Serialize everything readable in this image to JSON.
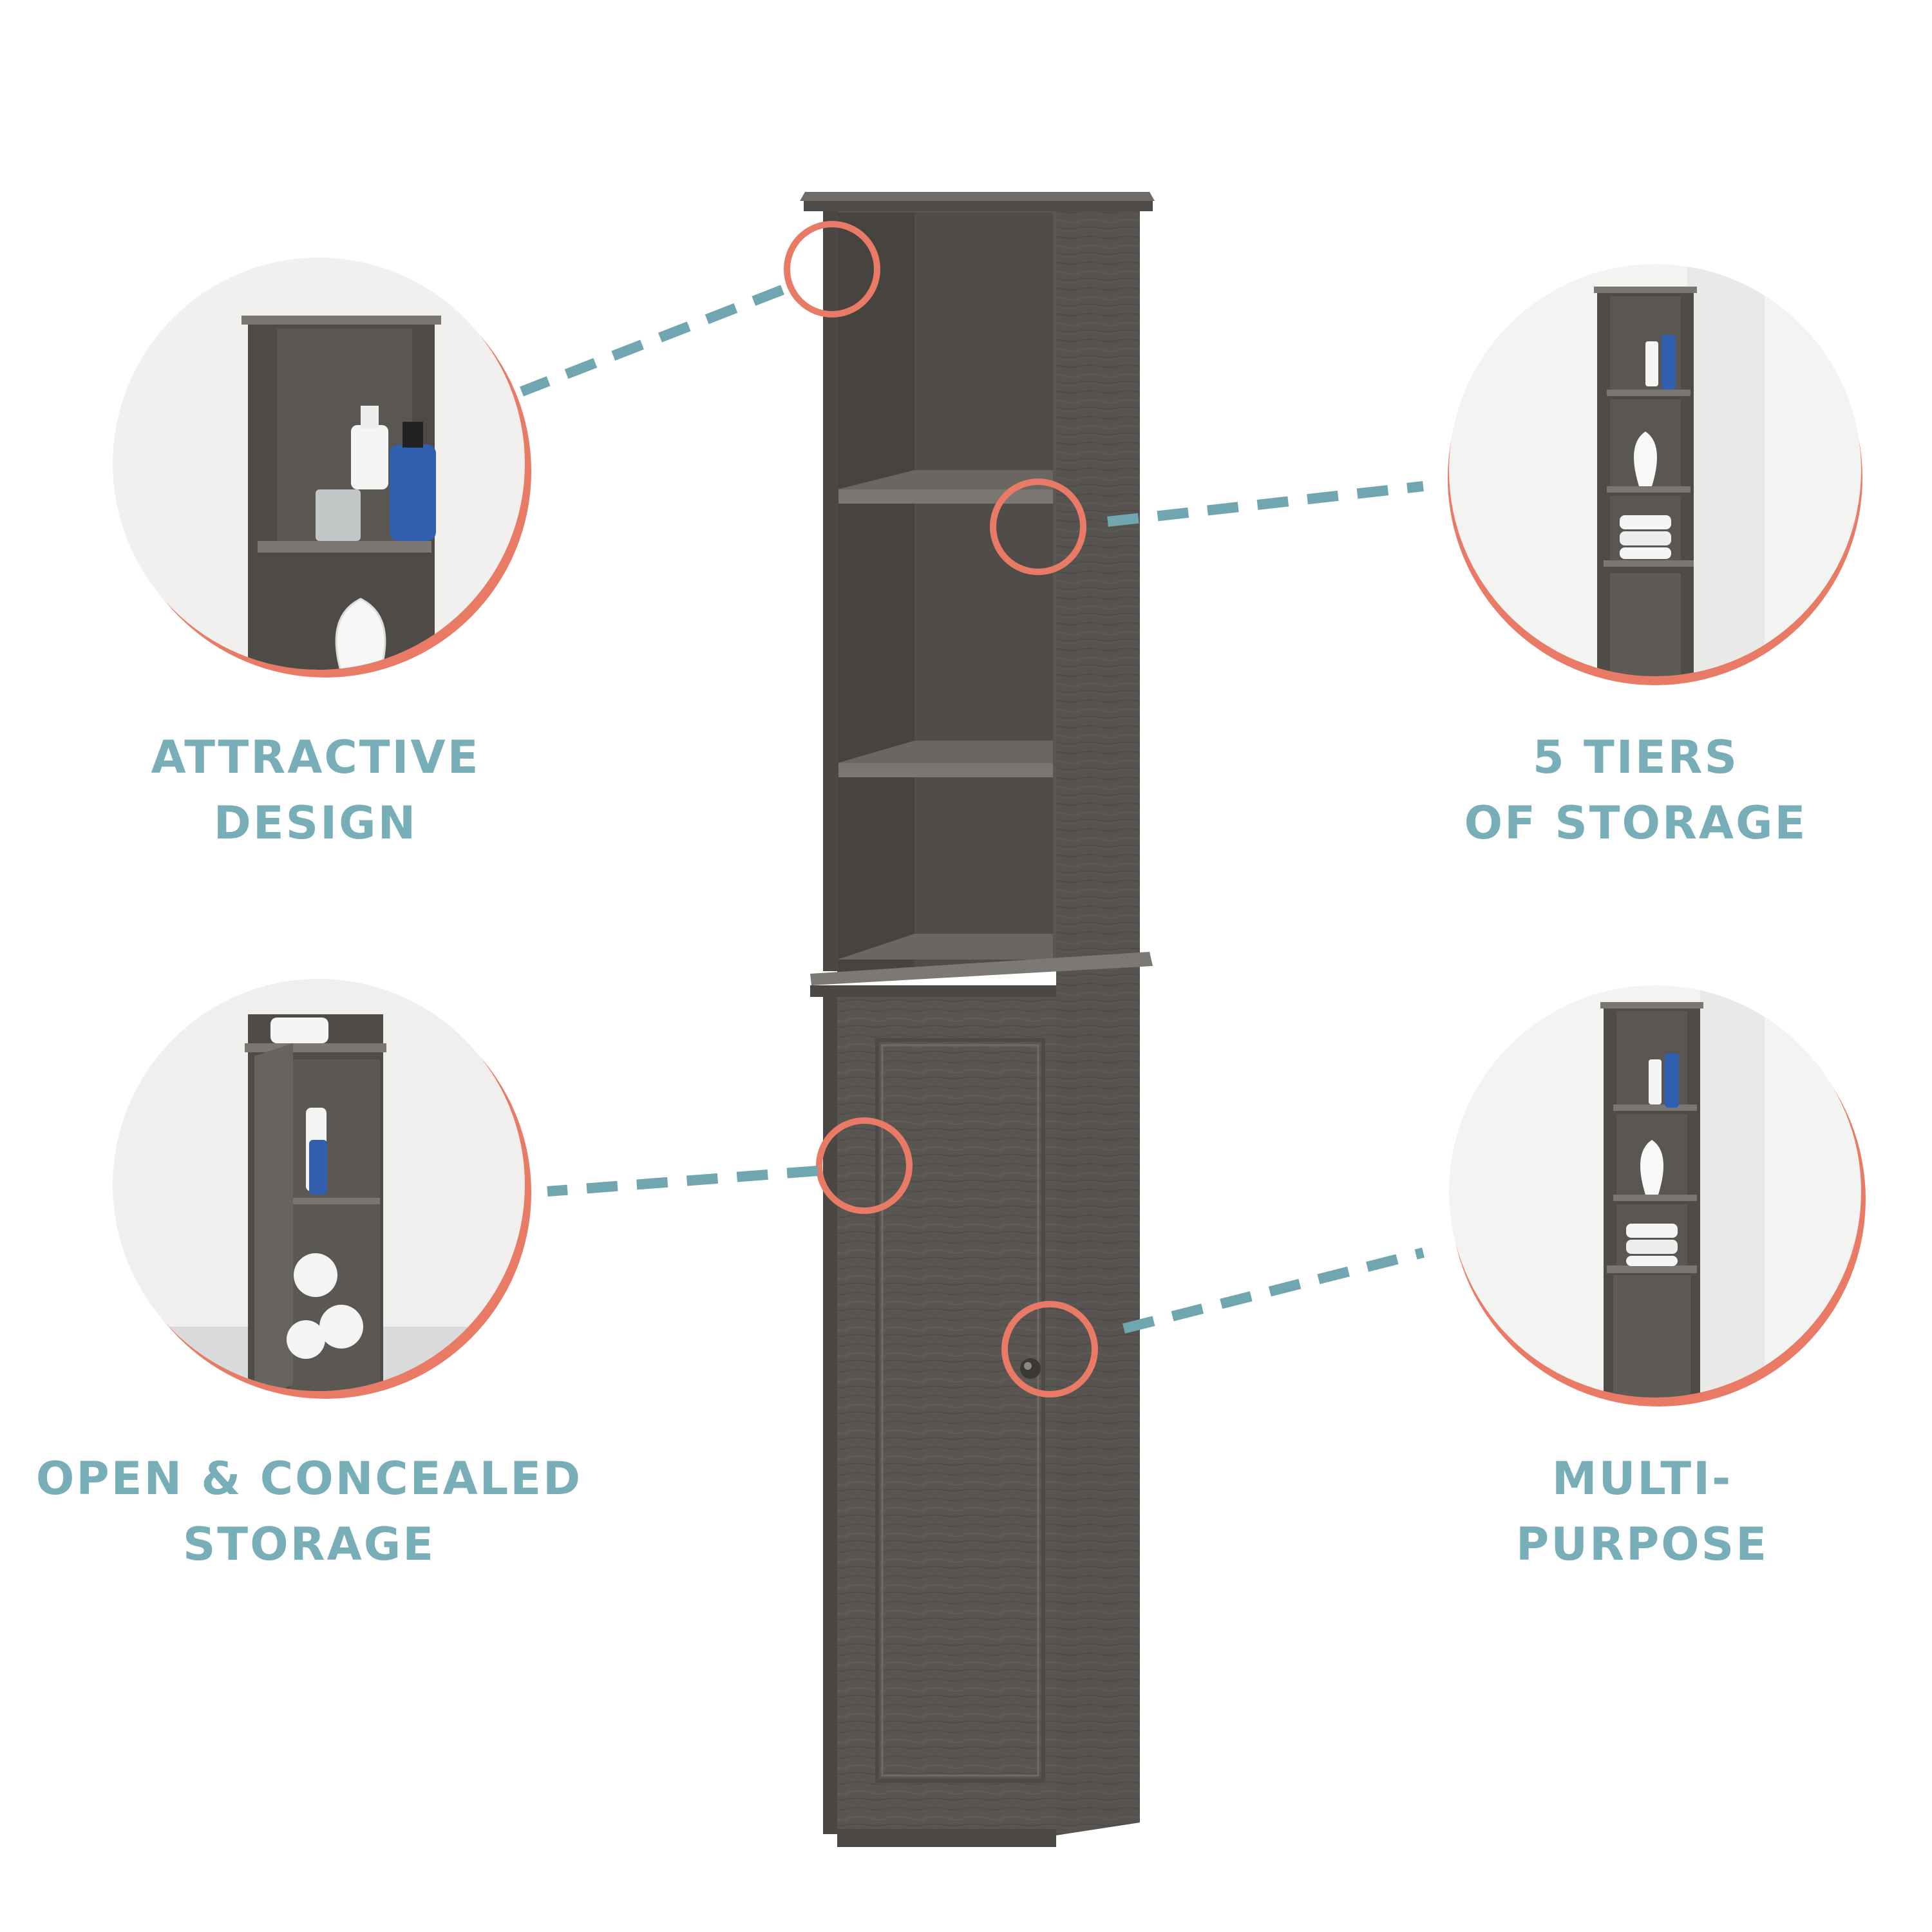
{
  "features": {
    "attractive_design": {
      "line1": "ATTRACTIVE",
      "line2": "DESIGN"
    },
    "tiers_of_storage": {
      "line1": "5 TIERS",
      "line2": "OF STORAGE"
    },
    "open_concealed_storage": {
      "line1": "OPEN & CONCEALED",
      "line2": "STORAGE"
    },
    "multi_purpose": {
      "line1": "MULTI-",
      "line2": "PURPOSE"
    }
  },
  "colors": {
    "accent_coral": "#e87a66",
    "label_teal": "#78aeb7",
    "cabinet_wood": "#5d5a56",
    "background": "#ffffff"
  },
  "icons": {
    "callout_marker": "coral-ring",
    "connector": "dashed-line"
  }
}
